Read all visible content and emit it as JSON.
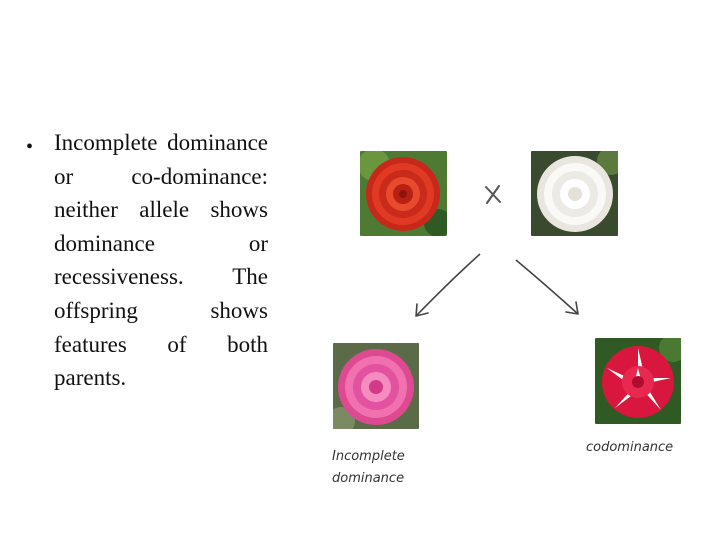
{
  "text": {
    "bullet": "•",
    "paragraph": "Incomplete dominance or co-dominance: neither allele shows dominance or recessiveness. The offspring shows features of both parents."
  },
  "diagram": {
    "cross_mark": "x",
    "labels": {
      "incomplete_line1": "Incomplete",
      "incomplete_line2": "dominance",
      "codominance": "codominance"
    },
    "colors": {
      "red_flower": "#d8321f",
      "white_flower": "#f4f2ee",
      "pink_flower": "#e95aa0",
      "variegated_flower": "#d9163e",
      "leaf": "#3b6a2b"
    }
  }
}
